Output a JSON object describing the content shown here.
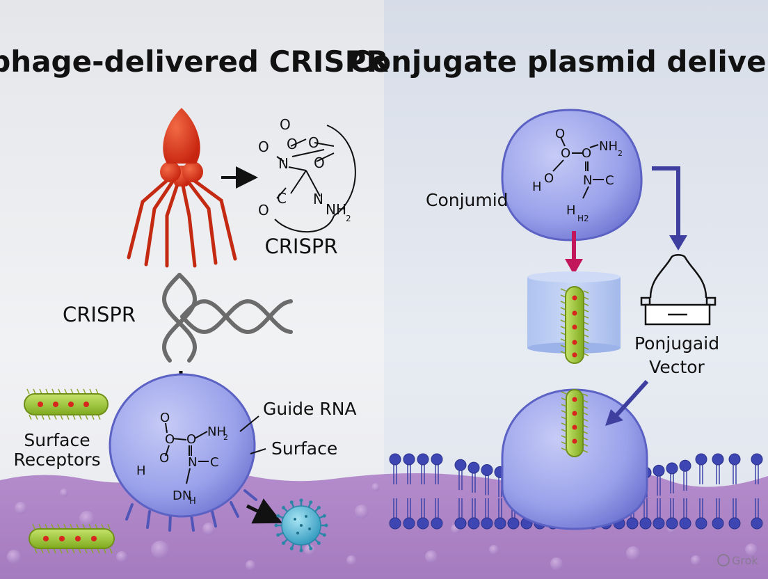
{
  "panels": {
    "left": {
      "title": "phage-delivered CRISPR",
      "molecule_caption": "CRISPR",
      "dna_label": "CRISPR",
      "receptor_label_line1": "Surface",
      "receptor_label_line2": "Receptors",
      "guide_label": "Guide RNA",
      "surface_label": "Surface"
    },
    "right": {
      "title": "Conjugate plasmid delivery",
      "cell_label": "Conjumid",
      "vector_label_line1": "Ponjugaid",
      "vector_label_line2": "Vector"
    }
  },
  "molecules": {
    "top": {
      "atoms": [
        "O",
        "O",
        "O",
        "O",
        "N",
        "O",
        "O",
        "C",
        "N",
        "NH",
        "2"
      ]
    },
    "cell_right": {
      "atoms": [
        "O",
        "O",
        "O",
        "NH",
        "2",
        "H",
        "O",
        "N",
        "C",
        "H",
        "H2"
      ]
    },
    "cell_left": {
      "atoms": [
        "O",
        "O",
        "O",
        "NH",
        "2",
        "H",
        "O",
        "N",
        "C",
        "DN",
        "H"
      ]
    }
  },
  "watermark": "Grok",
  "colors": {
    "phage": "#d9351e",
    "cell_body": "#8d95e6",
    "cell_edge": "#5b62c4",
    "membrane": "#a77cc3",
    "bacterium": "#9ccc2e",
    "arrow_red": "#c2185b",
    "arrow_blue": "#3f3fa0",
    "virus": "#4fb7d6"
  }
}
